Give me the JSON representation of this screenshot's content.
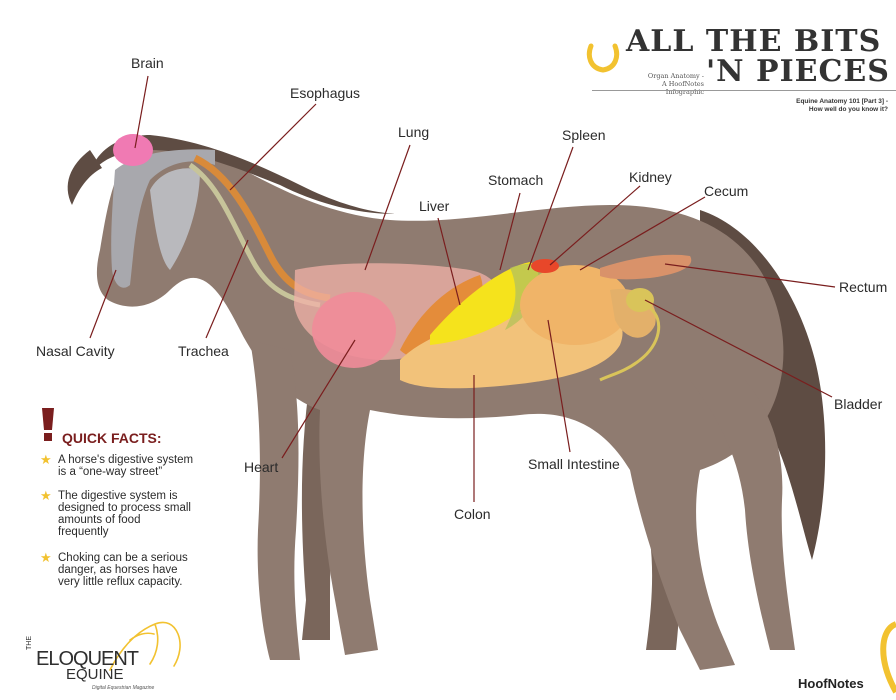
{
  "title": {
    "line1": "ALL THE BITS",
    "line2": "'N PIECES",
    "subtitle_line1": "Organ Anatomy -",
    "subtitle_line2": "A HoofNotes Infographic",
    "series_line1": "Equine Anatomy 101 [Part 3] -",
    "series_line2": "How well do you know it?"
  },
  "labels": {
    "brain": "Brain",
    "esophagus": "Esophagus",
    "lung": "Lung",
    "spleen": "Spleen",
    "stomach": "Stomach",
    "kidney": "Kidney",
    "cecum": "Cecum",
    "liver": "Liver",
    "rectum": "Rectum",
    "nasal_cavity": "Nasal Cavity",
    "trachea": "Trachea",
    "bladder": "Bladder",
    "heart": "Heart",
    "small_intestine": "Small Intestine",
    "colon": "Colon"
  },
  "quick_facts": {
    "title": "QUICK FACTS:",
    "items": [
      {
        "line1": "A horse's digestive system",
        "line2": "is a “one-way street”"
      },
      {
        "line1": "The digestive system is",
        "line2": "designed to process small",
        "line3": "amounts of food",
        "line4": "frequently"
      },
      {
        "line1": "Choking can be a serious",
        "line2": "danger, as horses have",
        "line3": "very little reflux capacity."
      }
    ]
  },
  "branding": {
    "publisher_the": "THE",
    "publisher_line1": "ELOQUENT",
    "publisher_line2": "EQUINE",
    "publisher_tagline": "Digital Equestrian Magazine",
    "series_logo": "HoofNotes"
  },
  "colors": {
    "horse_body": "#8f7b70",
    "horse_dark": "#5e4c43",
    "leader_line": "#7a1e1e",
    "accent_yellow": "#f2c230",
    "brain": "#f07ab3",
    "lung": "#f2b1a8",
    "heart": "#f08c99",
    "stomach": "#f5e31c",
    "intestine": "#f2c27a",
    "kidney": "#e8472a"
  },
  "icons": {
    "title_icon": "horseshoe-icon",
    "facts_icon": "exclamation-icon",
    "bullet_icon": "star-icon",
    "publisher_icon": "horse-head-line-icon"
  }
}
